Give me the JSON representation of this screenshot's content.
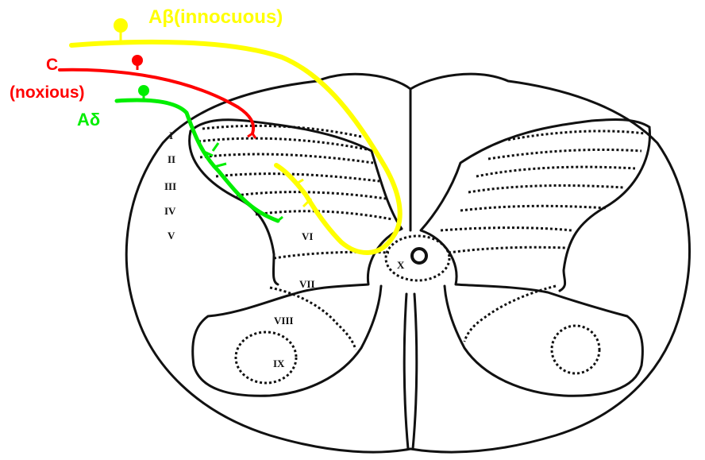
{
  "fibers": {
    "abeta": {
      "label": "Aβ(innocuous)",
      "color": "#ffff00"
    },
    "c": {
      "label": "C",
      "sublabel": "(noxious)",
      "color": "#ff0000"
    },
    "adelta": {
      "label": "Aδ",
      "color": "#00ee00"
    }
  },
  "laminae": {
    "i": "I",
    "ii": "II",
    "iii": "III",
    "iv": "IV",
    "v": "V",
    "vi": "VI",
    "vii": "VII",
    "viii": "VIII",
    "ix": "IX",
    "x": "X"
  },
  "colors": {
    "outline": "#111111",
    "background": "#ffffff"
  }
}
